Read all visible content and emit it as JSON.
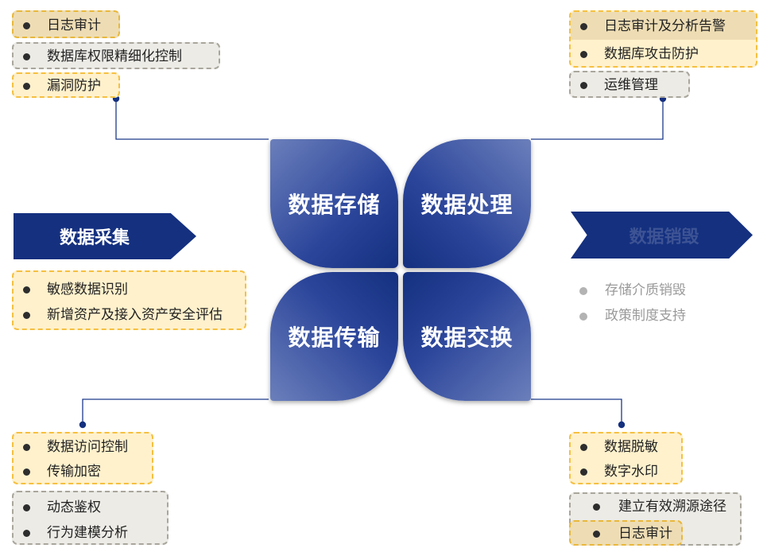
{
  "petals": {
    "storage": "数据存储",
    "processing": "数据处理",
    "transmission": "数据传输",
    "exchange": "数据交换"
  },
  "stages": {
    "collect": "数据采集",
    "destroy": "数据销毁"
  },
  "storage_list": [
    "日志审计",
    "数据库权限精细化控制",
    "漏洞防护"
  ],
  "processing_list": [
    "日志审计及分析告警",
    "数据库攻击防护",
    "运维管理"
  ],
  "collect_list": [
    "敏感数据识别",
    "新增资产及接入资产安全评估"
  ],
  "destroy_list": [
    "存储介质销毁",
    "政策制度支持"
  ],
  "transmission_list": [
    "数据访问控制",
    "传输加密",
    "动态鉴权",
    "行为建模分析"
  ],
  "exchange_list": [
    "数据脱敏",
    "数字水印",
    "建立有效溯源途径",
    "日志审计"
  ],
  "colors": {
    "navy": "#14307f",
    "petal_light": "#6b7fbb",
    "destroy_text": "#3d5394",
    "box_yellow": "#fff1cc",
    "box_tan": "#eeddb4",
    "box_gray": "#ecebe6"
  }
}
